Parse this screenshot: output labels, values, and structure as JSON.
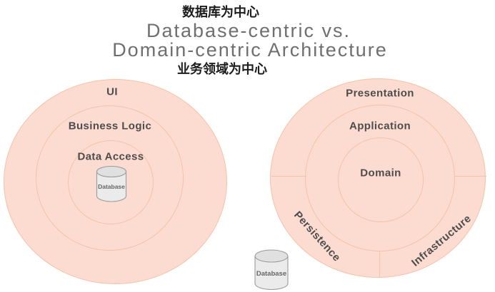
{
  "header": {
    "annotation_top": "数据库为中心",
    "title_line1": "Database-centric vs.",
    "title_line2": "Domain-centric Architecture",
    "annotation_bottom": "业务领域为中心"
  },
  "left_diagram": {
    "rings": [
      {
        "label": "UI"
      },
      {
        "label": "Business Logic"
      },
      {
        "label": "Data Access"
      }
    ],
    "database_label": "Database"
  },
  "right_diagram": {
    "rings": [
      {
        "label": "Presentation"
      },
      {
        "label": "Application"
      },
      {
        "label": "Domain"
      }
    ],
    "outer_segments": [
      {
        "label": "Persistence"
      },
      {
        "label": "Infrastructure"
      }
    ],
    "database_label": "Database"
  },
  "colors": {
    "circle_fill": "#fcdbd0",
    "ring_stroke": "#f4c3a8",
    "label_text": "#4d4d4d",
    "title_text": "#6f6f6f",
    "annotation_text": "#1c1c1c",
    "cylinder_fill": "#ebebeb",
    "cylinder_top_fill": "#e0e0e0",
    "cylinder_stroke": "#9b9b9b",
    "cylinder_label": "#666666"
  }
}
